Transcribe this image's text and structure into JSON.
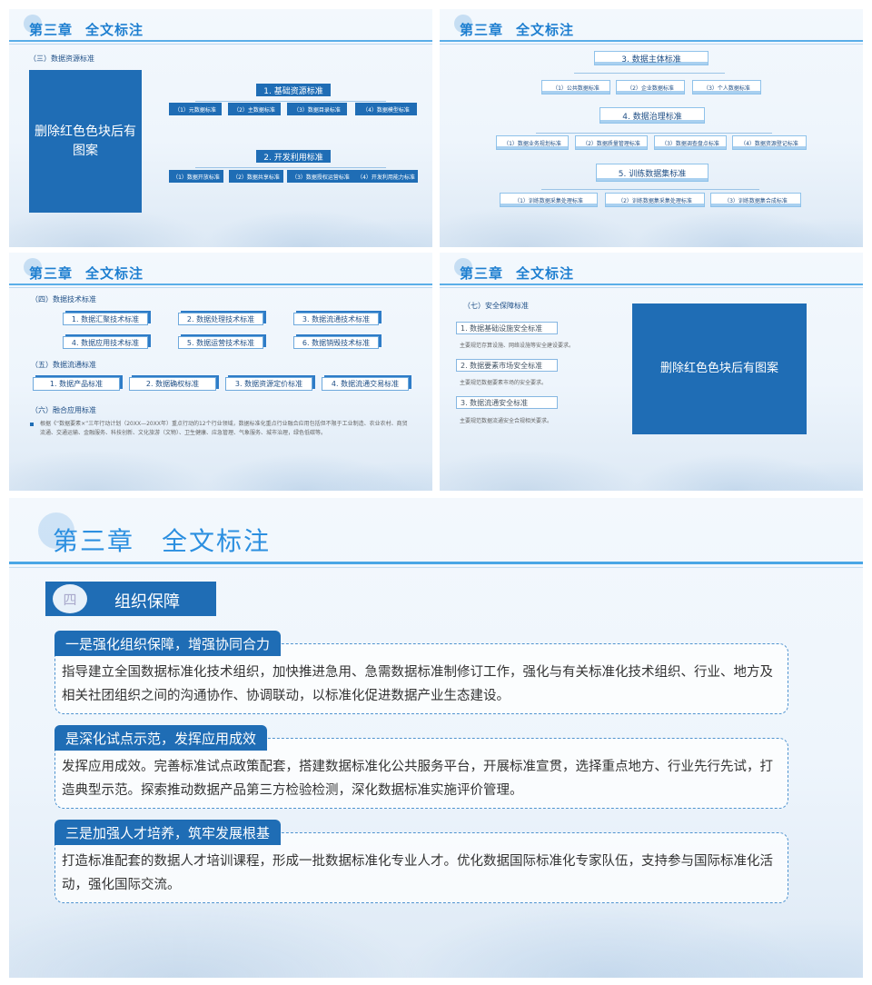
{
  "chapter": {
    "name": "第三章",
    "title": "全文标注"
  },
  "placeholder_text": "删除红色色块后有图案",
  "slide1": {
    "subtitle": "（三）数据资源标准",
    "groups": [
      {
        "title": "1. 基础资源标准",
        "items": [
          "（1）元数据标准",
          "（2）主数据标准",
          "（3）数据目录标准",
          "（4）数据模型标准"
        ]
      },
      {
        "title": "2. 开发利用标准",
        "items": [
          "（1）数据开放标准",
          "（2）数据共享标准",
          "（3）数据授权运营标准",
          "（4）开发利用能力标准"
        ]
      }
    ]
  },
  "slide2": {
    "groups": [
      {
        "title": "3. 数据主体标准",
        "items": [
          "（1）公共数据标准",
          "（2）企业数据标准",
          "（3）个人数据标准"
        ]
      },
      {
        "title": "4. 数据治理标准",
        "items": [
          "（1）数据业务规划标准",
          "（2）数据质量管理标准",
          "（3）数据调查盘点标准",
          "（4）数据资源登记标准"
        ]
      },
      {
        "title": "5. 训练数据集标准",
        "items": [
          "（1）训练数据采集处理标准",
          "（2）训练数据集采集处理标准",
          "（3）训练数据集合成标准"
        ]
      }
    ]
  },
  "slide3": {
    "tech_heading": "（四）数据技术标准",
    "tech_items": [
      "1. 数据汇聚技术标准",
      "2. 数据处理技术标准",
      "3. 数据流通技术标准",
      "4. 数据应用技术标准",
      "5. 数据运营技术标准",
      "6. 数据销毁技术标准"
    ],
    "flow_heading": "（五）数据流通标准",
    "flow_items": [
      "1. 数据产品标准",
      "2. 数据确权标准",
      "3. 数据资源定价标准",
      "4. 数据流通交易标准"
    ],
    "fusion_heading": "（六）融合应用标准",
    "fusion_text": "根据《“数据要素×”三年行动计划（20XX—20XX年）重点行动的12个行业领域，数据标准化重点行业融合应用包括但不限于工业制造、农业农村、商贸流通、交通运输、金融服务、科技创新、文化旅游（文物）、卫生健康、应急管理、气象服务、城市治理，绿色低碳等。"
  },
  "slide4": {
    "heading": "（七）安全保障标准",
    "items": [
      {
        "title": "1. 数据基础设施安全标准",
        "note": "主要规范存算设施、网络设施等安全建设要求。"
      },
      {
        "title": "2. 数据要素市场安全标准",
        "note": "主要规范数据要素市场的安全要求。"
      },
      {
        "title": "3. 数据流通安全标准",
        "note": "主要规范数据流通安全合规相关要求。"
      }
    ]
  },
  "slide5": {
    "section_num": "四",
    "section_name": "组织保障",
    "cards": [
      {
        "tag": "一是强化组织保障，增强协同合力",
        "text": "指导建立全国数据标准化技术组织，加快推进急用、急需数据标准制修订工作，强化与有关标准化技术组织、行业、地方及相关社团组织之间的沟通协作、协调联动，以标准化促进数据产业生态建设。"
      },
      {
        "tag": "是深化试点示范，发挥应用成效",
        "text": "发挥应用成效。完善标准试点政策配套，搭建数据标准化公共服务平台，开展标准宣贯，选择重点地方、行业先行先试，打造典型示范。探索推动数据产品第三方检验检测，深化数据标准实施评价管理。"
      },
      {
        "tag": "三是加强人才培养，筑牢发展根基",
        "text": "打造标准配套的数据人才培训课程，形成一批数据标准化专业人才。优化数据国际标准化专家队伍，支持参与国际标准化活动，强化国际交流。"
      }
    ]
  }
}
